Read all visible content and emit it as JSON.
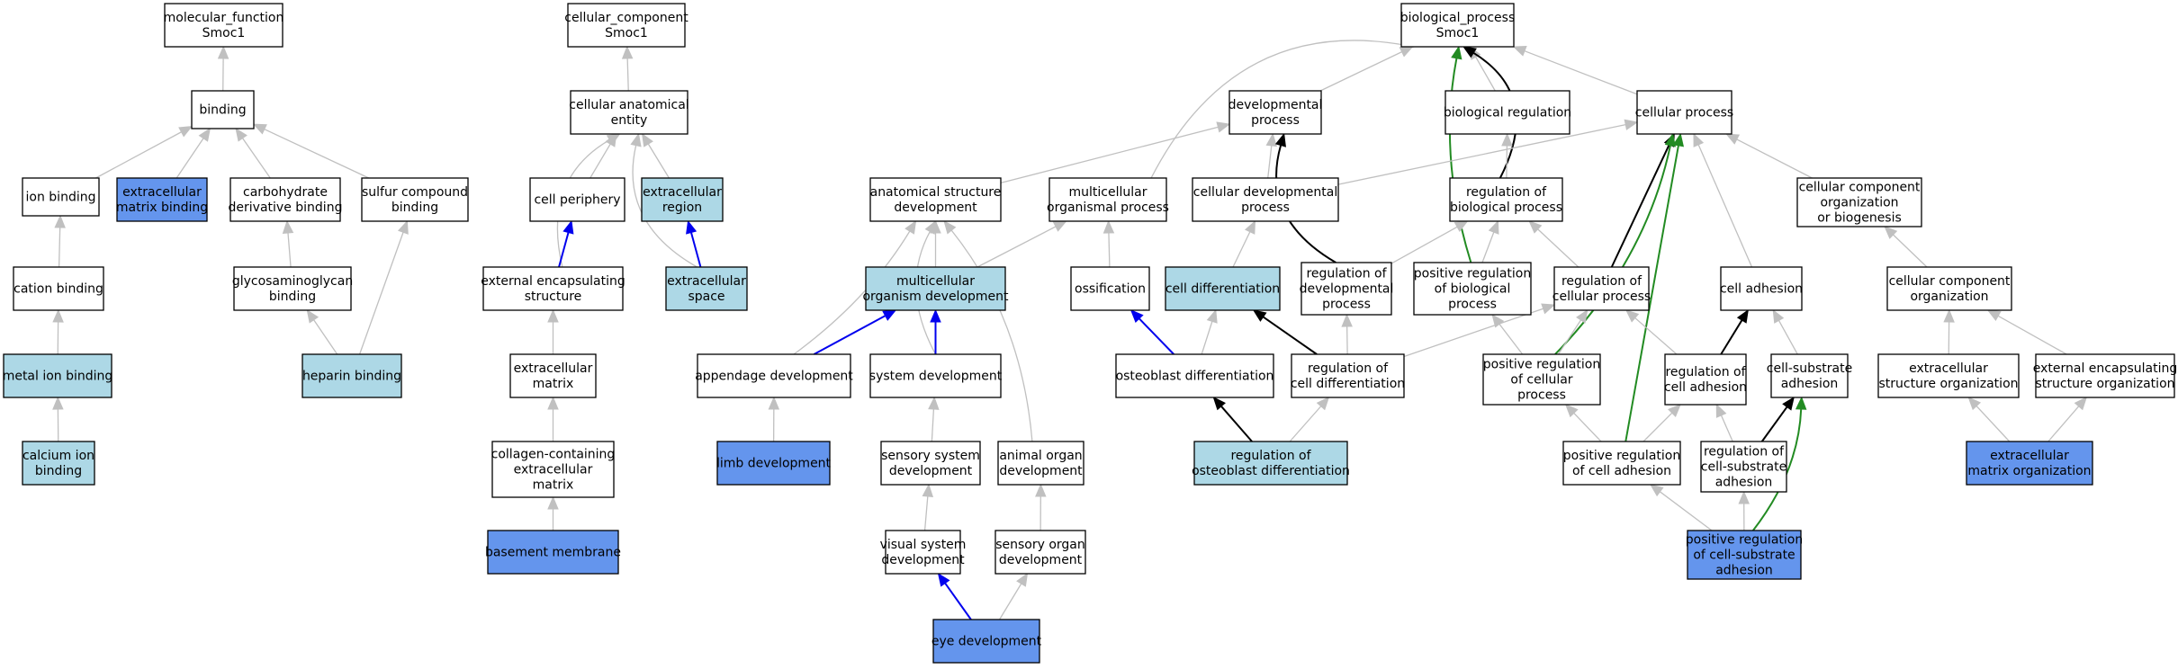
{
  "palette": {
    "white": "#ffffff",
    "light": "#add8e6",
    "dark": "#6495ed",
    "gray": "#c0c0c0",
    "black": "#000000",
    "blue": "#0000ee",
    "green": "#228b22"
  },
  "nodes": [
    {
      "id": "mf_root",
      "lines": [
        "molecular_function",
        "Smoc1"
      ],
      "fill": "white"
    },
    {
      "id": "binding",
      "lines": [
        "binding"
      ],
      "fill": "white"
    },
    {
      "id": "ion_binding",
      "lines": [
        "ion binding"
      ],
      "fill": "white"
    },
    {
      "id": "ecm_binding",
      "lines": [
        "extracellular",
        "matrix binding"
      ],
      "fill": "dark"
    },
    {
      "id": "carb_binding",
      "lines": [
        "carbohydrate",
        "derivative binding"
      ],
      "fill": "white"
    },
    {
      "id": "sulfur_binding",
      "lines": [
        "sulfur compound",
        "binding"
      ],
      "fill": "white"
    },
    {
      "id": "cation_binding",
      "lines": [
        "cation binding"
      ],
      "fill": "white"
    },
    {
      "id": "gag_binding",
      "lines": [
        "glycosaminoglycan",
        "binding"
      ],
      "fill": "white"
    },
    {
      "id": "metal_binding",
      "lines": [
        "metal ion binding"
      ],
      "fill": "light"
    },
    {
      "id": "heparin_binding",
      "lines": [
        "heparin binding"
      ],
      "fill": "light"
    },
    {
      "id": "calcium_binding",
      "lines": [
        "calcium ion",
        "binding"
      ],
      "fill": "light"
    },
    {
      "id": "cc_root",
      "lines": [
        "cellular_component",
        "Smoc1"
      ],
      "fill": "white"
    },
    {
      "id": "cae",
      "lines": [
        "cellular anatomical",
        "entity"
      ],
      "fill": "white"
    },
    {
      "id": "periphery",
      "lines": [
        "cell periphery"
      ],
      "fill": "white"
    },
    {
      "id": "ec_region",
      "lines": [
        "extracellular",
        "region"
      ],
      "fill": "light"
    },
    {
      "id": "ext_encap",
      "lines": [
        "external encapsulating",
        "structure"
      ],
      "fill": "white"
    },
    {
      "id": "ec_space",
      "lines": [
        "extracellular",
        "space"
      ],
      "fill": "light"
    },
    {
      "id": "ecm",
      "lines": [
        "extracellular",
        "matrix"
      ],
      "fill": "white"
    },
    {
      "id": "collagen_ecm",
      "lines": [
        "collagen-containing",
        "extracellular",
        "matrix"
      ],
      "fill": "white"
    },
    {
      "id": "basement",
      "lines": [
        "basement membrane"
      ],
      "fill": "dark"
    },
    {
      "id": "bp_root",
      "lines": [
        "biological_process",
        "Smoc1"
      ],
      "fill": "white"
    },
    {
      "id": "dev_proc",
      "lines": [
        "developmental",
        "process"
      ],
      "fill": "white"
    },
    {
      "id": "bio_reg",
      "lines": [
        "biological regulation"
      ],
      "fill": "white"
    },
    {
      "id": "cell_proc",
      "lines": [
        "cellular process"
      ],
      "fill": "white"
    },
    {
      "id": "anat_dev",
      "lines": [
        "anatomical structure",
        "development"
      ],
      "fill": "white"
    },
    {
      "id": "multi_proc",
      "lines": [
        "multicellular",
        "organismal process"
      ],
      "fill": "white"
    },
    {
      "id": "cell_dev_proc",
      "lines": [
        "cellular developmental",
        "process"
      ],
      "fill": "white"
    },
    {
      "id": "reg_bio_proc",
      "lines": [
        "regulation of",
        "biological process"
      ],
      "fill": "white"
    },
    {
      "id": "cc_org_bio",
      "lines": [
        "cellular component",
        "organization",
        "or biogenesis"
      ],
      "fill": "white"
    },
    {
      "id": "multi_dev",
      "lines": [
        "multicellular",
        "organism development"
      ],
      "fill": "light"
    },
    {
      "id": "ossification",
      "lines": [
        "ossification"
      ],
      "fill": "white"
    },
    {
      "id": "cell_diff",
      "lines": [
        "cell differentiation"
      ],
      "fill": "light"
    },
    {
      "id": "reg_dev_proc",
      "lines": [
        "regulation of",
        "developmental",
        "process"
      ],
      "fill": "white"
    },
    {
      "id": "pos_reg_bio",
      "lines": [
        "positive regulation",
        "of biological",
        "process"
      ],
      "fill": "white"
    },
    {
      "id": "reg_cell_proc",
      "lines": [
        "regulation of",
        "cellular process"
      ],
      "fill": "white"
    },
    {
      "id": "cell_adhesion",
      "lines": [
        "cell adhesion"
      ],
      "fill": "white"
    },
    {
      "id": "cc_org",
      "lines": [
        "cellular component",
        "organization"
      ],
      "fill": "white"
    },
    {
      "id": "appendage_dev",
      "lines": [
        "appendage development"
      ],
      "fill": "white"
    },
    {
      "id": "system_dev",
      "lines": [
        "system development"
      ],
      "fill": "white"
    },
    {
      "id": "osteo_diff",
      "lines": [
        "osteoblast differentiation"
      ],
      "fill": "white"
    },
    {
      "id": "reg_cell_diff",
      "lines": [
        "regulation of",
        "cell differentiation"
      ],
      "fill": "white"
    },
    {
      "id": "pos_reg_cell_proc",
      "lines": [
        "positive regulation",
        "of cellular",
        "process"
      ],
      "fill": "white"
    },
    {
      "id": "reg_cell_adh",
      "lines": [
        "regulation of",
        "cell adhesion"
      ],
      "fill": "white"
    },
    {
      "id": "cell_sub_adh",
      "lines": [
        "cell-substrate",
        "adhesion"
      ],
      "fill": "white"
    },
    {
      "id": "ec_struct_org",
      "lines": [
        "extracellular",
        "structure organization"
      ],
      "fill": "white"
    },
    {
      "id": "ext_encap_org",
      "lines": [
        "external encapsulating",
        "structure organization"
      ],
      "fill": "white"
    },
    {
      "id": "limb_dev",
      "lines": [
        "limb development"
      ],
      "fill": "dark"
    },
    {
      "id": "sensory_sys_dev",
      "lines": [
        "sensory system",
        "development"
      ],
      "fill": "white"
    },
    {
      "id": "animal_organ_dev",
      "lines": [
        "animal organ",
        "development"
      ],
      "fill": "white"
    },
    {
      "id": "reg_osteo_diff",
      "lines": [
        "regulation of",
        "osteoblast differentiation"
      ],
      "fill": "light"
    },
    {
      "id": "pos_reg_cell_adh",
      "lines": [
        "positive regulation",
        "of cell adhesion"
      ],
      "fill": "white"
    },
    {
      "id": "reg_cell_sub_adh",
      "lines": [
        "regulation of",
        "cell-substrate",
        "adhesion"
      ],
      "fill": "white"
    },
    {
      "id": "ecm_org",
      "lines": [
        "extracellular",
        "matrix organization"
      ],
      "fill": "dark"
    },
    {
      "id": "visual_sys_dev",
      "lines": [
        "visual system",
        "development"
      ],
      "fill": "white"
    },
    {
      "id": "sensory_organ_dev",
      "lines": [
        "sensory organ",
        "development"
      ],
      "fill": "white"
    },
    {
      "id": "eye_dev",
      "lines": [
        "eye development"
      ],
      "fill": "dark"
    },
    {
      "id": "pos_reg_cell_sub_adh",
      "lines": [
        "positive regulation",
        "of cell-substrate",
        "adhesion"
      ],
      "fill": "dark"
    }
  ],
  "edges": [
    {
      "from": "binding",
      "to": "mf_root",
      "color": "gray"
    },
    {
      "from": "ion_binding",
      "to": "binding",
      "color": "gray"
    },
    {
      "from": "ecm_binding",
      "to": "binding",
      "color": "gray"
    },
    {
      "from": "carb_binding",
      "to": "binding",
      "color": "gray"
    },
    {
      "from": "sulfur_binding",
      "to": "binding",
      "color": "gray"
    },
    {
      "from": "cation_binding",
      "to": "ion_binding",
      "color": "gray"
    },
    {
      "from": "metal_binding",
      "to": "cation_binding",
      "color": "gray"
    },
    {
      "from": "calcium_binding",
      "to": "metal_binding",
      "color": "gray"
    },
    {
      "from": "gag_binding",
      "to": "carb_binding",
      "color": "gray"
    },
    {
      "from": "heparin_binding",
      "to": "gag_binding",
      "color": "gray"
    },
    {
      "from": "heparin_binding",
      "to": "sulfur_binding",
      "color": "gray"
    },
    {
      "from": "cae",
      "to": "cc_root",
      "color": "gray"
    },
    {
      "from": "periphery",
      "to": "cae",
      "color": "gray"
    },
    {
      "from": "ec_region",
      "to": "cae",
      "color": "gray"
    },
    {
      "from": "ext_encap",
      "to": "cae",
      "color": "gray",
      "curve": -60
    },
    {
      "from": "ec_space",
      "to": "cae",
      "color": "gray",
      "curve": -60
    },
    {
      "from": "ext_encap",
      "to": "periphery",
      "color": "blue"
    },
    {
      "from": "ec_space",
      "to": "ec_region",
      "color": "blue"
    },
    {
      "from": "ecm",
      "to": "ext_encap",
      "color": "gray"
    },
    {
      "from": "collagen_ecm",
      "to": "ecm",
      "color": "gray"
    },
    {
      "from": "basement",
      "to": "collagen_ecm",
      "color": "gray"
    },
    {
      "from": "dev_proc",
      "to": "bp_root",
      "color": "gray"
    },
    {
      "from": "bio_reg",
      "to": "bp_root",
      "color": "gray"
    },
    {
      "from": "cell_proc",
      "to": "bp_root",
      "color": "gray"
    },
    {
      "from": "multi_proc",
      "to": "bp_root",
      "color": "gray",
      "curve": -120
    },
    {
      "from": "pos_reg_bio",
      "to": "bp_root",
      "color": "green",
      "curve": -30
    },
    {
      "from": "reg_bio_proc",
      "to": "bp_root",
      "color": "black",
      "curve": 70
    },
    {
      "from": "anat_dev",
      "to": "dev_proc",
      "color": "gray"
    },
    {
      "from": "cell_dev_proc",
      "to": "dev_proc",
      "color": "gray"
    },
    {
      "from": "reg_dev_proc",
      "to": "dev_proc",
      "color": "black",
      "curve": -60
    },
    {
      "from": "cell_dev_proc",
      "to": "cell_proc",
      "color": "gray"
    },
    {
      "from": "reg_bio_proc",
      "to": "bio_reg",
      "color": "gray"
    },
    {
      "from": "cc_org_bio",
      "to": "cell_proc",
      "color": "gray"
    },
    {
      "from": "reg_cell_proc",
      "to": "cell_proc",
      "color": "black"
    },
    {
      "from": "cell_adhesion",
      "to": "cell_proc",
      "color": "gray"
    },
    {
      "from": "pos_reg_cell_proc",
      "to": "cell_proc",
      "color": "green",
      "curve": 40
    },
    {
      "from": "pos_reg_cell_adh",
      "to": "cell_proc",
      "color": "green",
      "curve": 0
    },
    {
      "from": "multi_dev",
      "to": "anat_dev",
      "color": "gray"
    },
    {
      "from": "appendage_dev",
      "to": "anat_dev",
      "color": "gray",
      "curve": 20
    },
    {
      "from": "system_dev",
      "to": "anat_dev",
      "color": "gray",
      "curve": -40
    },
    {
      "from": "animal_organ_dev",
      "to": "anat_dev",
      "color": "gray",
      "curve": 40
    },
    {
      "from": "multi_dev",
      "to": "multi_proc",
      "color": "gray"
    },
    {
      "from": "ossification",
      "to": "multi_proc",
      "color": "gray"
    },
    {
      "from": "cell_diff",
      "to": "cell_dev_proc",
      "color": "gray"
    },
    {
      "from": "reg_dev_proc",
      "to": "reg_bio_proc",
      "color": "gray"
    },
    {
      "from": "pos_reg_bio",
      "to": "reg_bio_proc",
      "color": "gray"
    },
    {
      "from": "reg_cell_proc",
      "to": "reg_bio_proc",
      "color": "gray"
    },
    {
      "from": "cc_org",
      "to": "cc_org_bio",
      "color": "gray"
    },
    {
      "from": "appendage_dev",
      "to": "multi_dev",
      "color": "blue"
    },
    {
      "from": "system_dev",
      "to": "multi_dev",
      "color": "blue"
    },
    {
      "from": "osteo_diff",
      "to": "ossification",
      "color": "blue"
    },
    {
      "from": "osteo_diff",
      "to": "cell_diff",
      "color": "gray"
    },
    {
      "from": "reg_cell_diff",
      "to": "cell_diff",
      "color": "black"
    },
    {
      "from": "reg_cell_diff",
      "to": "reg_dev_proc",
      "color": "gray"
    },
    {
      "from": "reg_cell_diff",
      "to": "reg_cell_proc",
      "color": "gray"
    },
    {
      "from": "pos_reg_cell_proc",
      "to": "pos_reg_bio",
      "color": "gray"
    },
    {
      "from": "pos_reg_cell_proc",
      "to": "reg_cell_proc",
      "color": "gray"
    },
    {
      "from": "reg_cell_adh",
      "to": "reg_cell_proc",
      "color": "gray"
    },
    {
      "from": "reg_cell_adh",
      "to": "cell_adhesion",
      "color": "black"
    },
    {
      "from": "cell_sub_adh",
      "to": "cell_adhesion",
      "color": "gray"
    },
    {
      "from": "ec_struct_org",
      "to": "cc_org",
      "color": "gray"
    },
    {
      "from": "ext_encap_org",
      "to": "cc_org",
      "color": "gray"
    },
    {
      "from": "limb_dev",
      "to": "appendage_dev",
      "color": "gray"
    },
    {
      "from": "sensory_sys_dev",
      "to": "system_dev",
      "color": "gray"
    },
    {
      "from": "reg_osteo_diff",
      "to": "osteo_diff",
      "color": "black"
    },
    {
      "from": "reg_osteo_diff",
      "to": "reg_cell_diff",
      "color": "gray"
    },
    {
      "from": "pos_reg_cell_adh",
      "to": "pos_reg_cell_proc",
      "color": "gray"
    },
    {
      "from": "pos_reg_cell_adh",
      "to": "reg_cell_adh",
      "color": "gray"
    },
    {
      "from": "reg_cell_sub_adh",
      "to": "reg_cell_adh",
      "color": "gray"
    },
    {
      "from": "reg_cell_sub_adh",
      "to": "cell_sub_adh",
      "color": "black"
    },
    {
      "from": "ecm_org",
      "to": "ec_struct_org",
      "color": "gray"
    },
    {
      "from": "ecm_org",
      "to": "ext_encap_org",
      "color": "gray"
    },
    {
      "from": "visual_sys_dev",
      "to": "sensory_sys_dev",
      "color": "gray"
    },
    {
      "from": "sensory_organ_dev",
      "to": "animal_organ_dev",
      "color": "gray"
    },
    {
      "from": "eye_dev",
      "to": "visual_sys_dev",
      "color": "blue"
    },
    {
      "from": "eye_dev",
      "to": "sensory_organ_dev",
      "color": "gray"
    },
    {
      "from": "pos_reg_cell_sub_adh",
      "to": "pos_reg_cell_adh",
      "color": "gray"
    },
    {
      "from": "pos_reg_cell_sub_adh",
      "to": "reg_cell_sub_adh",
      "color": "gray"
    },
    {
      "from": "pos_reg_cell_sub_adh",
      "to": "cell_sub_adh",
      "color": "green",
      "curve": 25
    }
  ]
}
